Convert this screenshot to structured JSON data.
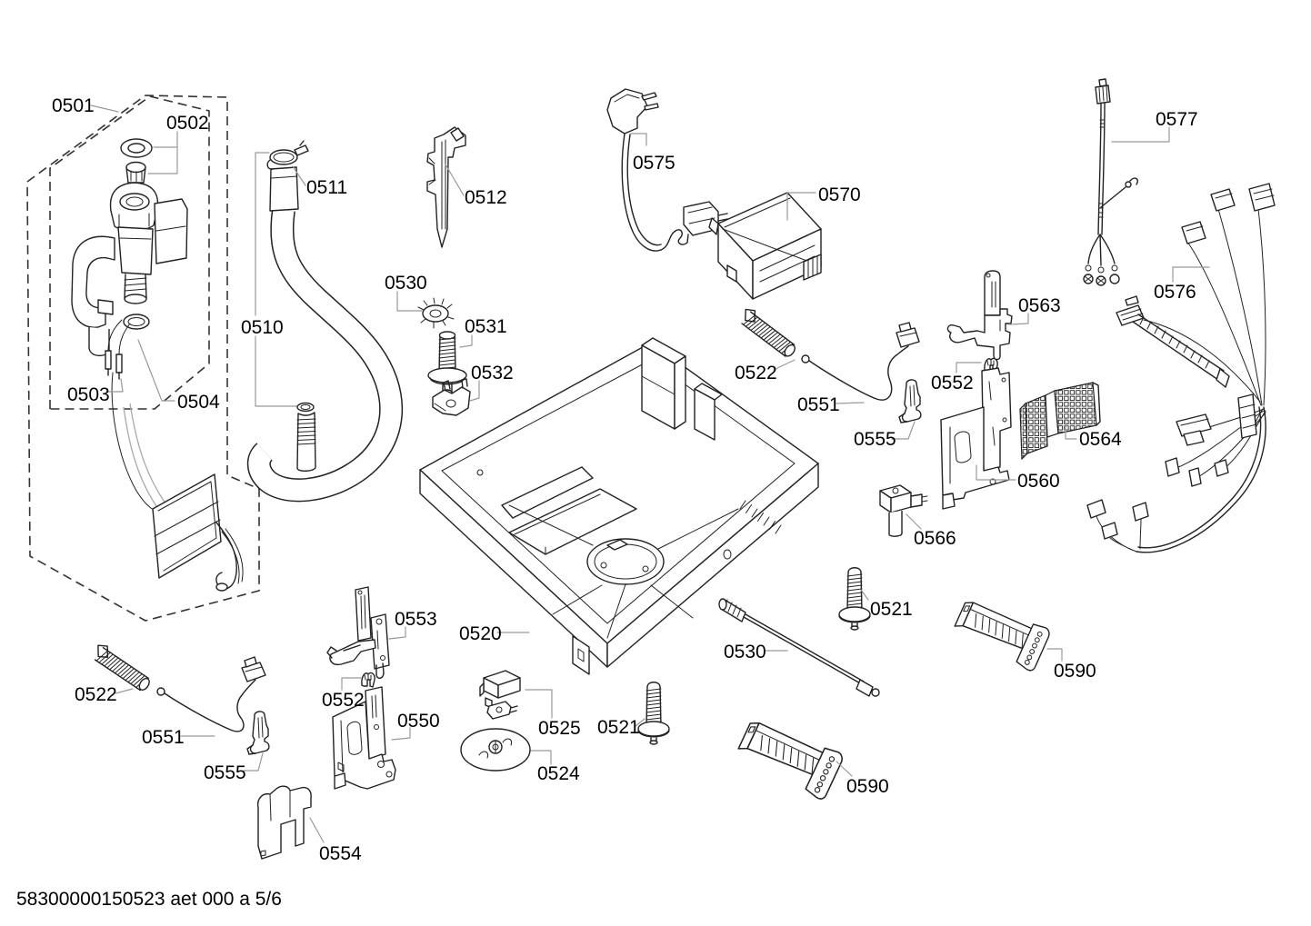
{
  "page": {
    "footer": "58300000150523 aet 000 a 5/6"
  },
  "colors": {
    "background": "#ffffff",
    "line": "#222222",
    "leader": "#999999",
    "label": "#000000"
  },
  "callouts": [
    {
      "label": "0501"
    },
    {
      "label": "0502"
    },
    {
      "label": "0511"
    },
    {
      "label": "0512"
    },
    {
      "label": "0575"
    },
    {
      "label": "0570"
    },
    {
      "label": "0577"
    },
    {
      "label": "0530"
    },
    {
      "label": "0510"
    },
    {
      "label": "0531"
    },
    {
      "label": "0532"
    },
    {
      "label": "0503"
    },
    {
      "label": "0504"
    },
    {
      "label": "0576"
    },
    {
      "label": "0522"
    },
    {
      "label": "0563"
    },
    {
      "label": "0551"
    },
    {
      "label": "0552"
    },
    {
      "label": "0555"
    },
    {
      "label": "0564"
    },
    {
      "label": "0560"
    },
    {
      "label": "0566"
    },
    {
      "label": "0553"
    },
    {
      "label": "0520"
    },
    {
      "label": "0521"
    },
    {
      "label": "0530"
    },
    {
      "label": "0590"
    },
    {
      "label": "0522"
    },
    {
      "label": "0552"
    },
    {
      "label": "0551"
    },
    {
      "label": "0550"
    },
    {
      "label": "0555"
    },
    {
      "label": "0525"
    },
    {
      "label": "0521"
    },
    {
      "label": "0524"
    },
    {
      "label": "0590"
    },
    {
      "label": "0554"
    }
  ]
}
